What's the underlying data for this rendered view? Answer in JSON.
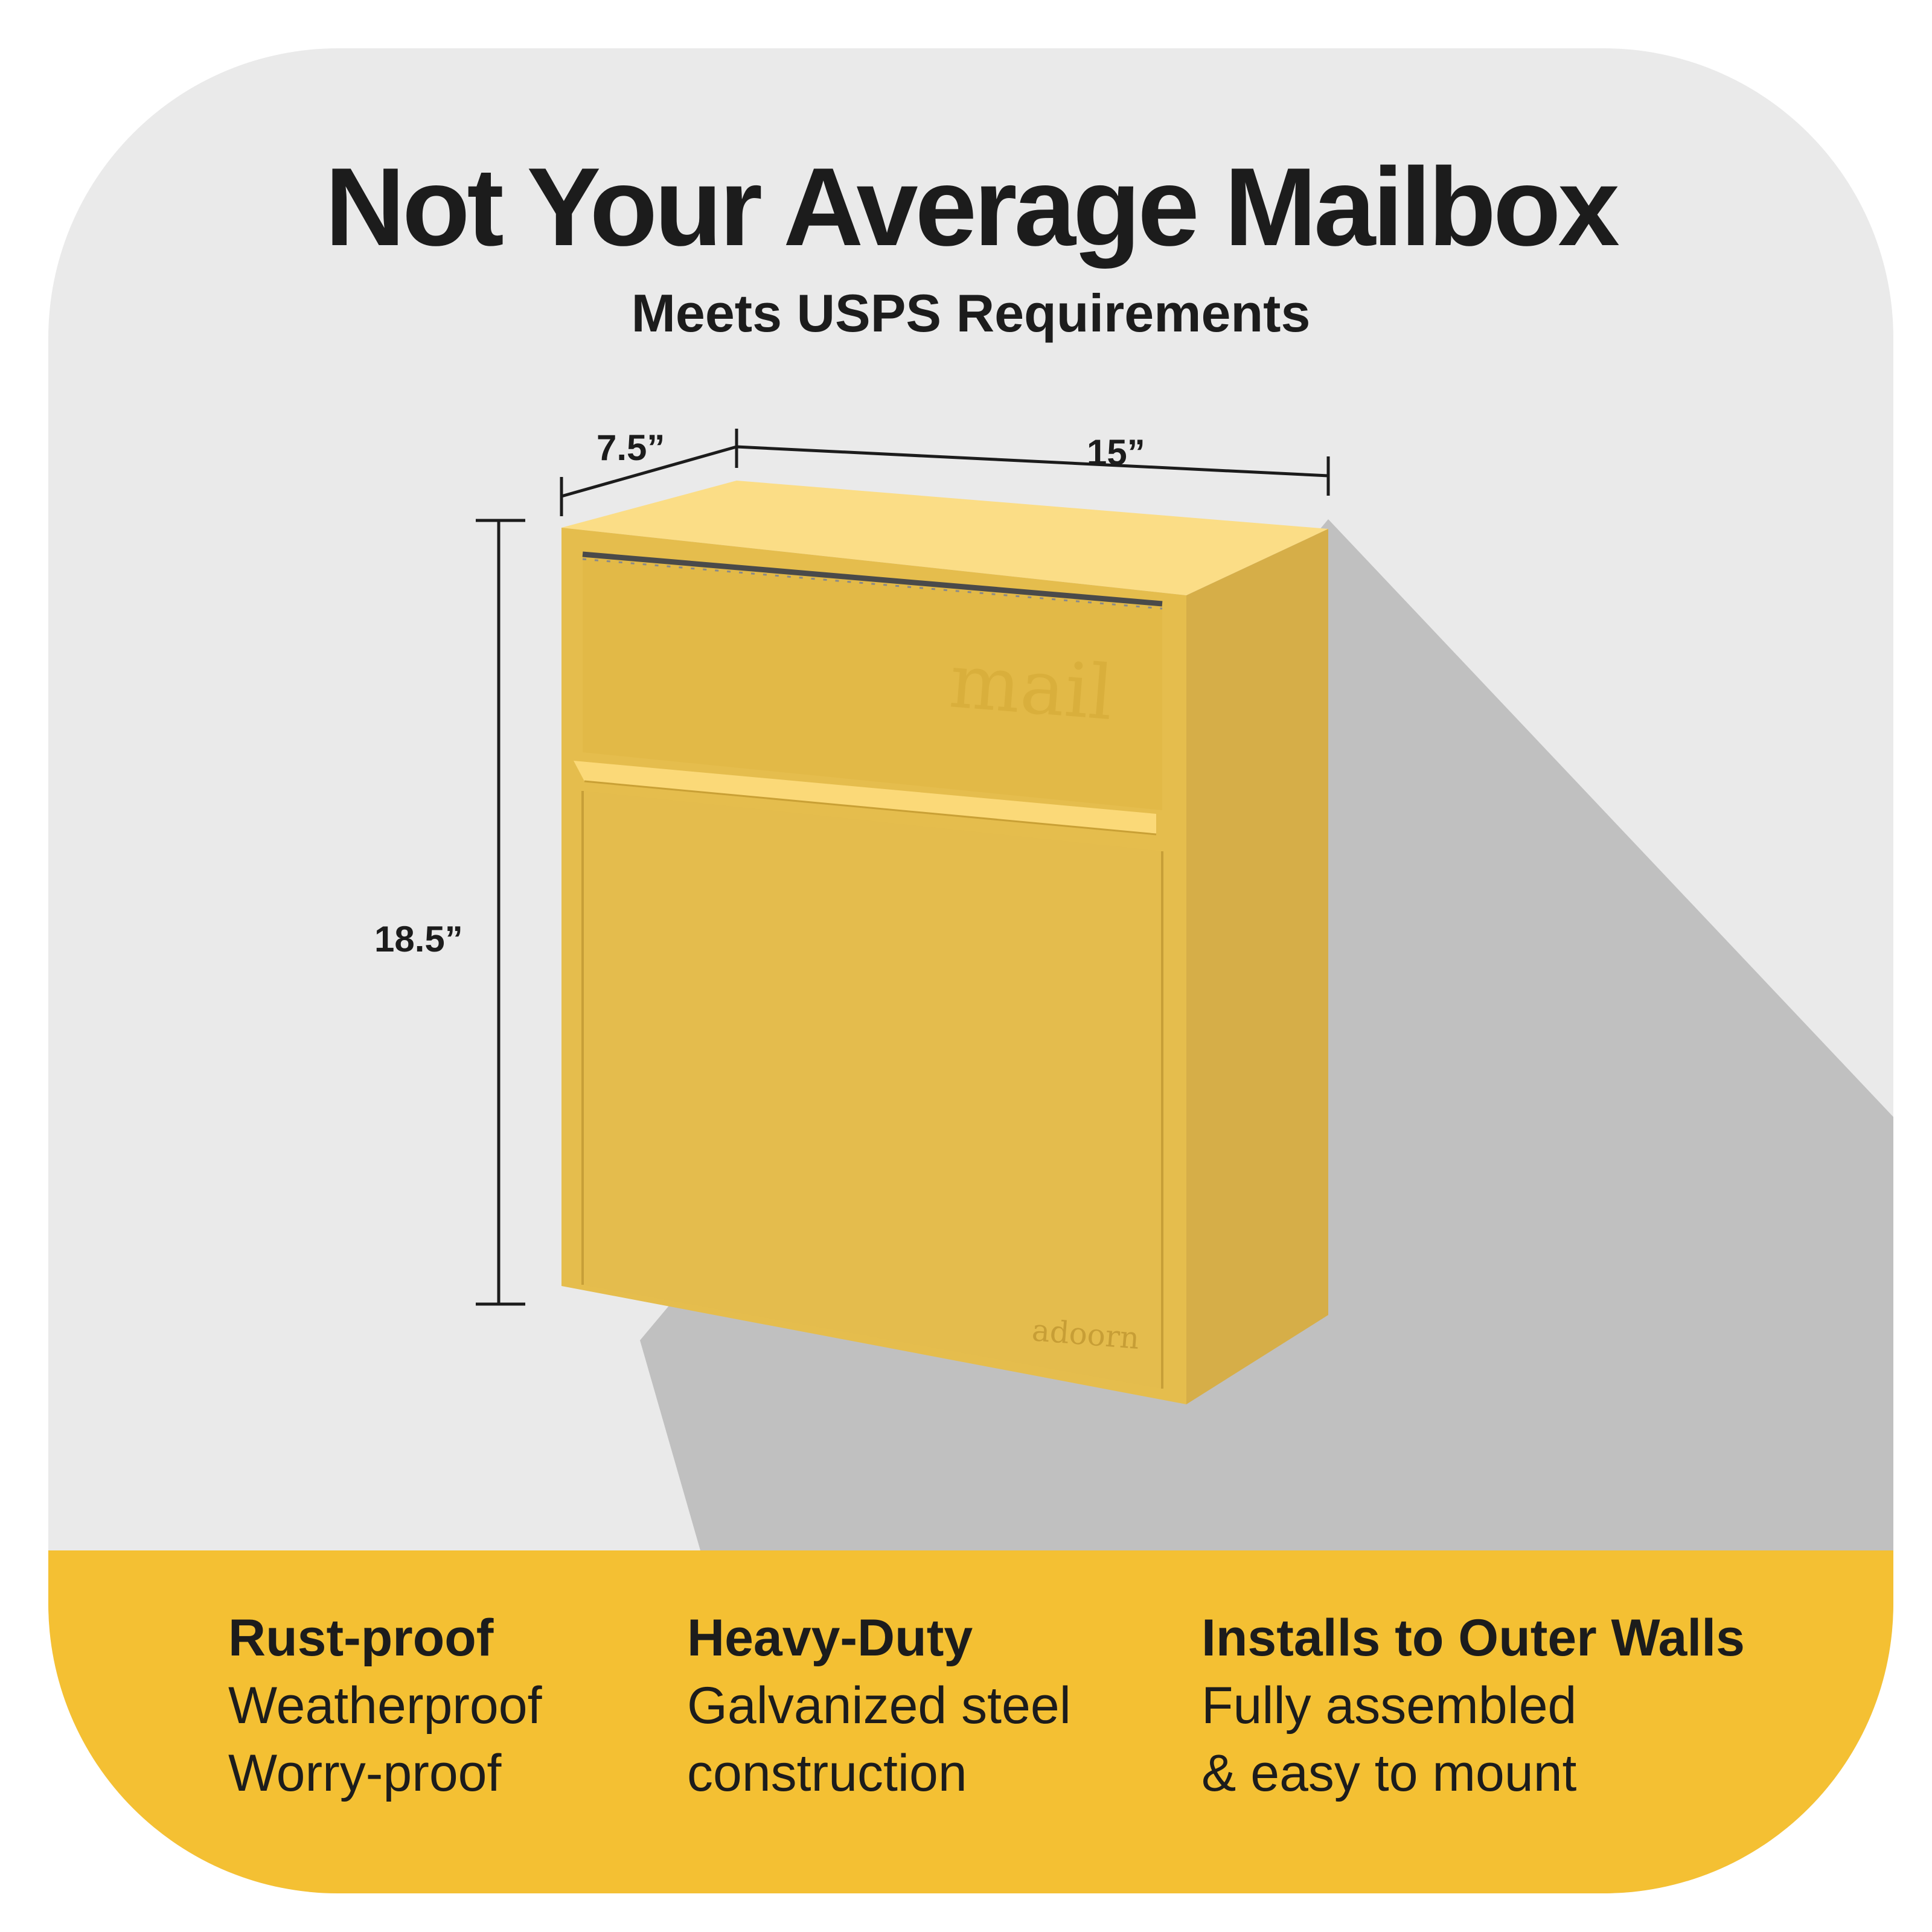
{
  "header": {
    "title": "Not Your Average Mailbox",
    "subtitle": "Meets USPS Requirements"
  },
  "product": {
    "dimensions": {
      "depth": "7.5”",
      "width": "15”",
      "height": "18.5”"
    },
    "mail_label": "mail",
    "brand_mark": "adoorn",
    "body_color": "#e3bb4a",
    "lid_color": "#fbdd86",
    "side_color": "#d6ae48"
  },
  "features": [
    {
      "title": "Rust-proof",
      "lines": [
        "Weatherproof",
        "Worry-proof"
      ]
    },
    {
      "title": "Heavy-Duty",
      "lines": [
        "Galvanized steel",
        "construction"
      ]
    },
    {
      "title": "Installs to Outer Walls",
      "lines": [
        "Fully assembled",
        "& easy to mount"
      ]
    }
  ],
  "colors": {
    "background": "#eaeaea",
    "shadow": "#c0c0c0",
    "band": "#f4c033",
    "text": "#1c1c1c"
  }
}
